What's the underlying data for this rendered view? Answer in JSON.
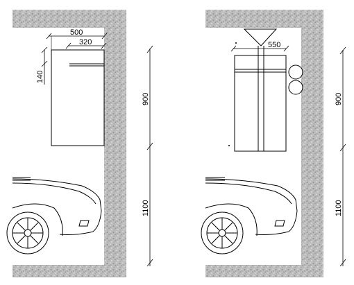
{
  "panel_left": {
    "dim_width_outer": "500",
    "dim_width_inner": "320",
    "dim_height_top": "140",
    "dim_vertical_upper": "900",
    "dim_vertical_lower": "1100"
  },
  "panel_right": {
    "dim_width": "550",
    "dim_vertical_upper": "900",
    "dim_vertical_lower": "1100"
  },
  "colors": {
    "wall": "#b9b9b9",
    "wall_dark": "#8e8e8e",
    "line": "#000000",
    "background": "#ffffff"
  }
}
